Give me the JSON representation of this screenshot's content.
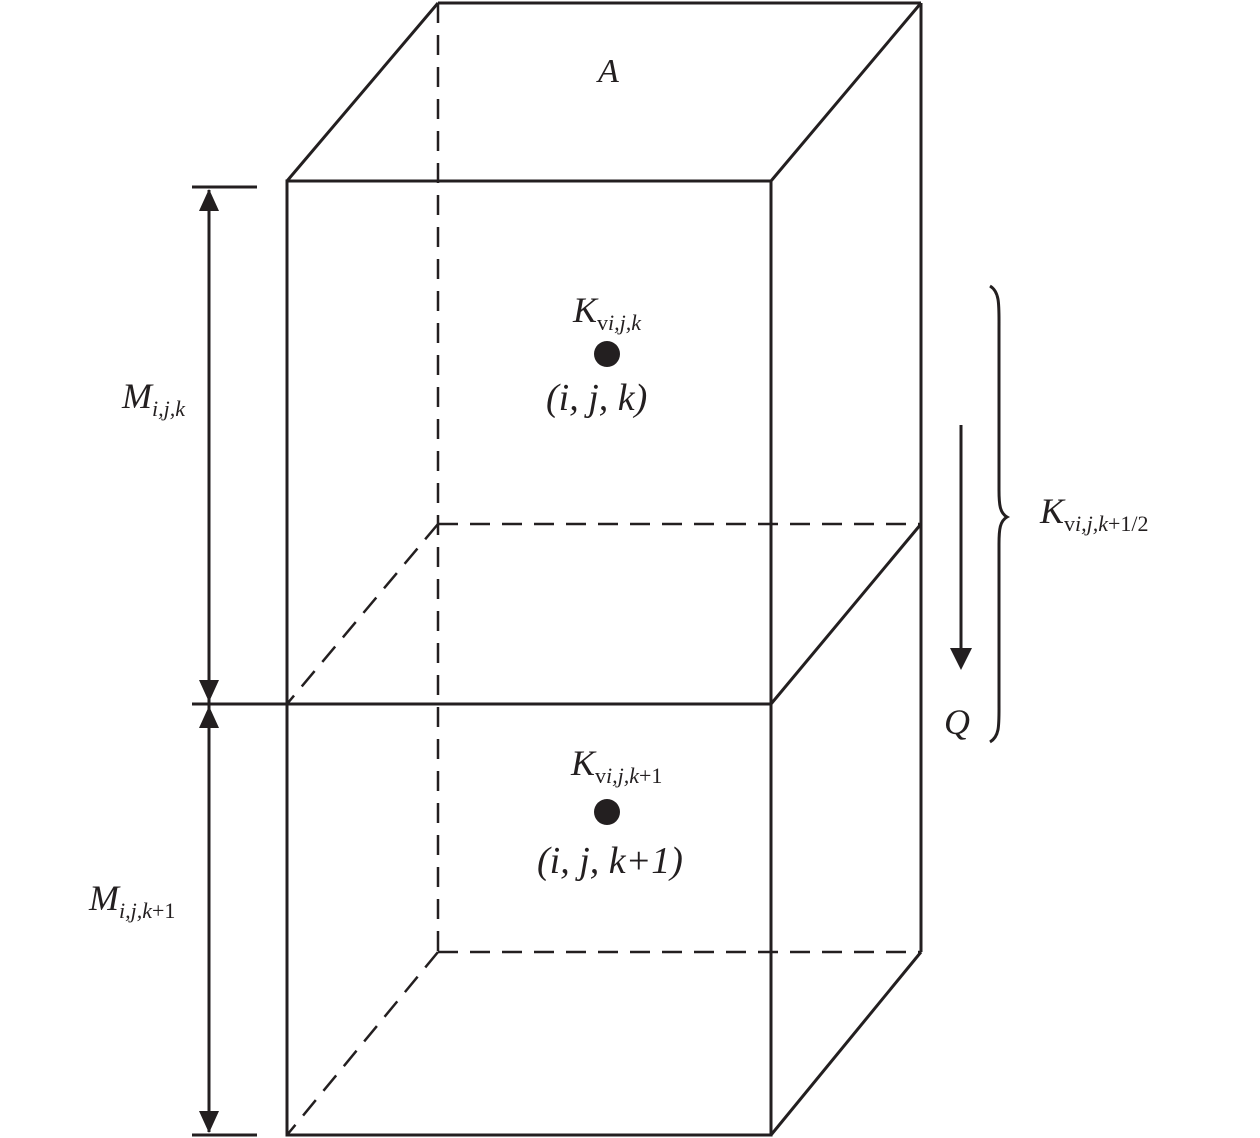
{
  "labels": {
    "area": "A",
    "upper_cell_k": {
      "main": "K",
      "sub_v": "v",
      "sub_idx": "i,j,k"
    },
    "upper_cell_index": "(i, j, k)",
    "lower_cell_k": {
      "main": "K",
      "sub_v": "v",
      "sub_idx": "i,j,k",
      "sub_plus": "+1"
    },
    "lower_cell_index": "(i, j, k+1)",
    "upper_thickness": {
      "main": "M",
      "sub": "i,j,k"
    },
    "lower_thickness": {
      "main": "M",
      "sub": "i,j,k",
      "sub_plus": "+1"
    },
    "interface_k": {
      "main": "K",
      "sub_v": "v",
      "sub_idx": "i,j,k",
      "sub_plus": "+1/2"
    },
    "flow": "Q"
  }
}
